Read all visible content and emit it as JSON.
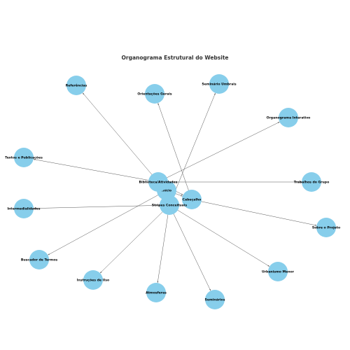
{
  "title": "Organograma Estrutural do Website",
  "colors": {
    "node": "#87CEEB",
    "edge": "#555555",
    "text": "#000000"
  },
  "nodes": [
    {
      "id": "inicio",
      "label": "Início"
    },
    {
      "id": "cabecalho",
      "label": "Cabeçalho"
    },
    {
      "id": "biblioteca",
      "label": "Biblioteca/Atividades"
    },
    {
      "id": "stripes",
      "label": "Stripes Conceituais"
    },
    {
      "id": "referencias",
      "label": "Referências"
    },
    {
      "id": "orientacoes",
      "label": "Orientações Gerais"
    },
    {
      "id": "seminario-umbrais",
      "label": "Seminário Umbrais"
    },
    {
      "id": "organograma",
      "label": "Organograma Interativo"
    },
    {
      "id": "textos",
      "label": "Textos e Publicações"
    },
    {
      "id": "trabalhos",
      "label": "Trabalhos do Grupo"
    },
    {
      "id": "intermedialidades",
      "label": "Intermedialidades"
    },
    {
      "id": "sobre",
      "label": "Sobre o Projeto"
    },
    {
      "id": "buscador",
      "label": "Buscador de Termos"
    },
    {
      "id": "urbanismo",
      "label": "Urbanismo Menor"
    },
    {
      "id": "instrucoes",
      "label": "Instruções de Uso"
    },
    {
      "id": "atmosferas",
      "label": "Atmosferas"
    },
    {
      "id": "seminarios",
      "label": "Seminários"
    }
  ],
  "edges": [
    {
      "from": "biblioteca",
      "to": "referencias"
    },
    {
      "from": "cabecalho",
      "to": "orientacoes"
    },
    {
      "from": "stripes",
      "to": "seminario-umbrais"
    },
    {
      "from": "biblioteca",
      "to": "organograma"
    },
    {
      "from": "biblioteca",
      "to": "textos"
    },
    {
      "from": "biblioteca",
      "to": "trabalhos"
    },
    {
      "from": "stripes",
      "to": "intermedialidades"
    },
    {
      "from": "cabecalho",
      "to": "sobre"
    },
    {
      "from": "inicio",
      "to": "buscador"
    },
    {
      "from": "stripes",
      "to": "urbanismo"
    },
    {
      "from": "stripes",
      "to": "instrucoes"
    },
    {
      "from": "stripes",
      "to": "atmosferas"
    },
    {
      "from": "stripes",
      "to": "seminarios"
    },
    {
      "from": "biblioteca",
      "to": "cabecalho"
    },
    {
      "from": "inicio",
      "to": "cabecalho"
    }
  ]
}
